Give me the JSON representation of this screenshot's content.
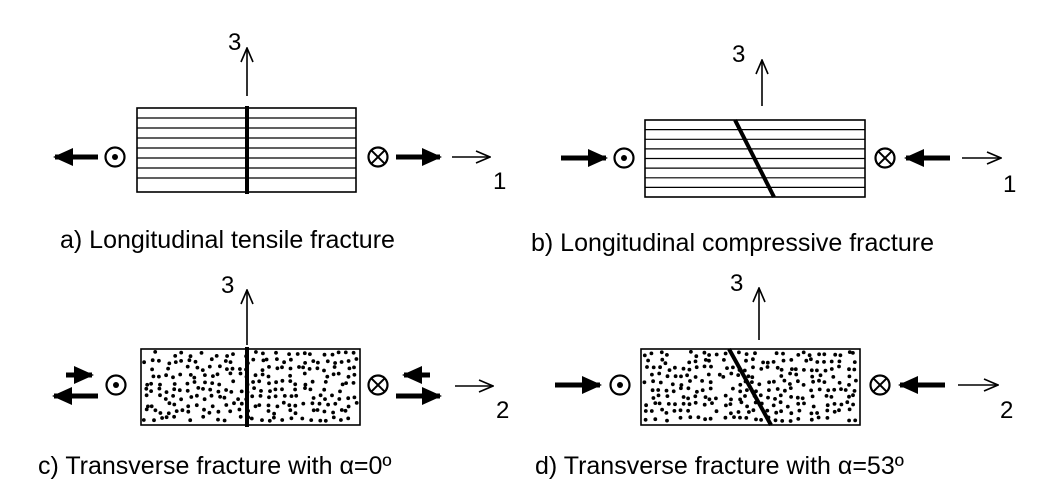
{
  "panels": [
    {
      "id": "a",
      "caption": "a) Longitudinal tensile fracture",
      "axis_vertical": "3",
      "axis_horizontal": "1",
      "specimen": "unidirectional fibres along axis 1",
      "loading": "tension",
      "fracture": "straight crack perpendicular to fibres"
    },
    {
      "id": "b",
      "caption": "b) Longitudinal compressive fracture",
      "axis_vertical": "3",
      "axis_horizontal": "1",
      "specimen": "unidirectional fibres along axis 1",
      "loading": "compression",
      "fracture": "inclined kink band"
    },
    {
      "id": "c",
      "caption": "c) Transverse fracture with α=0º",
      "axis_vertical": "3",
      "axis_horizontal": "2",
      "specimen": "fibre cross-sections (dots)",
      "loading": "transverse tension + shear",
      "fracture": "vertical crack, α=0º"
    },
    {
      "id": "d",
      "caption": "d) Transverse fracture with α=53º",
      "axis_vertical": "3",
      "axis_horizontal": "2",
      "specimen": "fibre cross-sections (dots)",
      "loading": "transverse compression",
      "fracture": "inclined crack, α=53º"
    }
  ],
  "symbols": {
    "out_of_plane": "circled-dot-icon",
    "into_plane": "circled-cross-icon"
  },
  "colors": {
    "line": "#000000",
    "background": "#ffffff"
  }
}
